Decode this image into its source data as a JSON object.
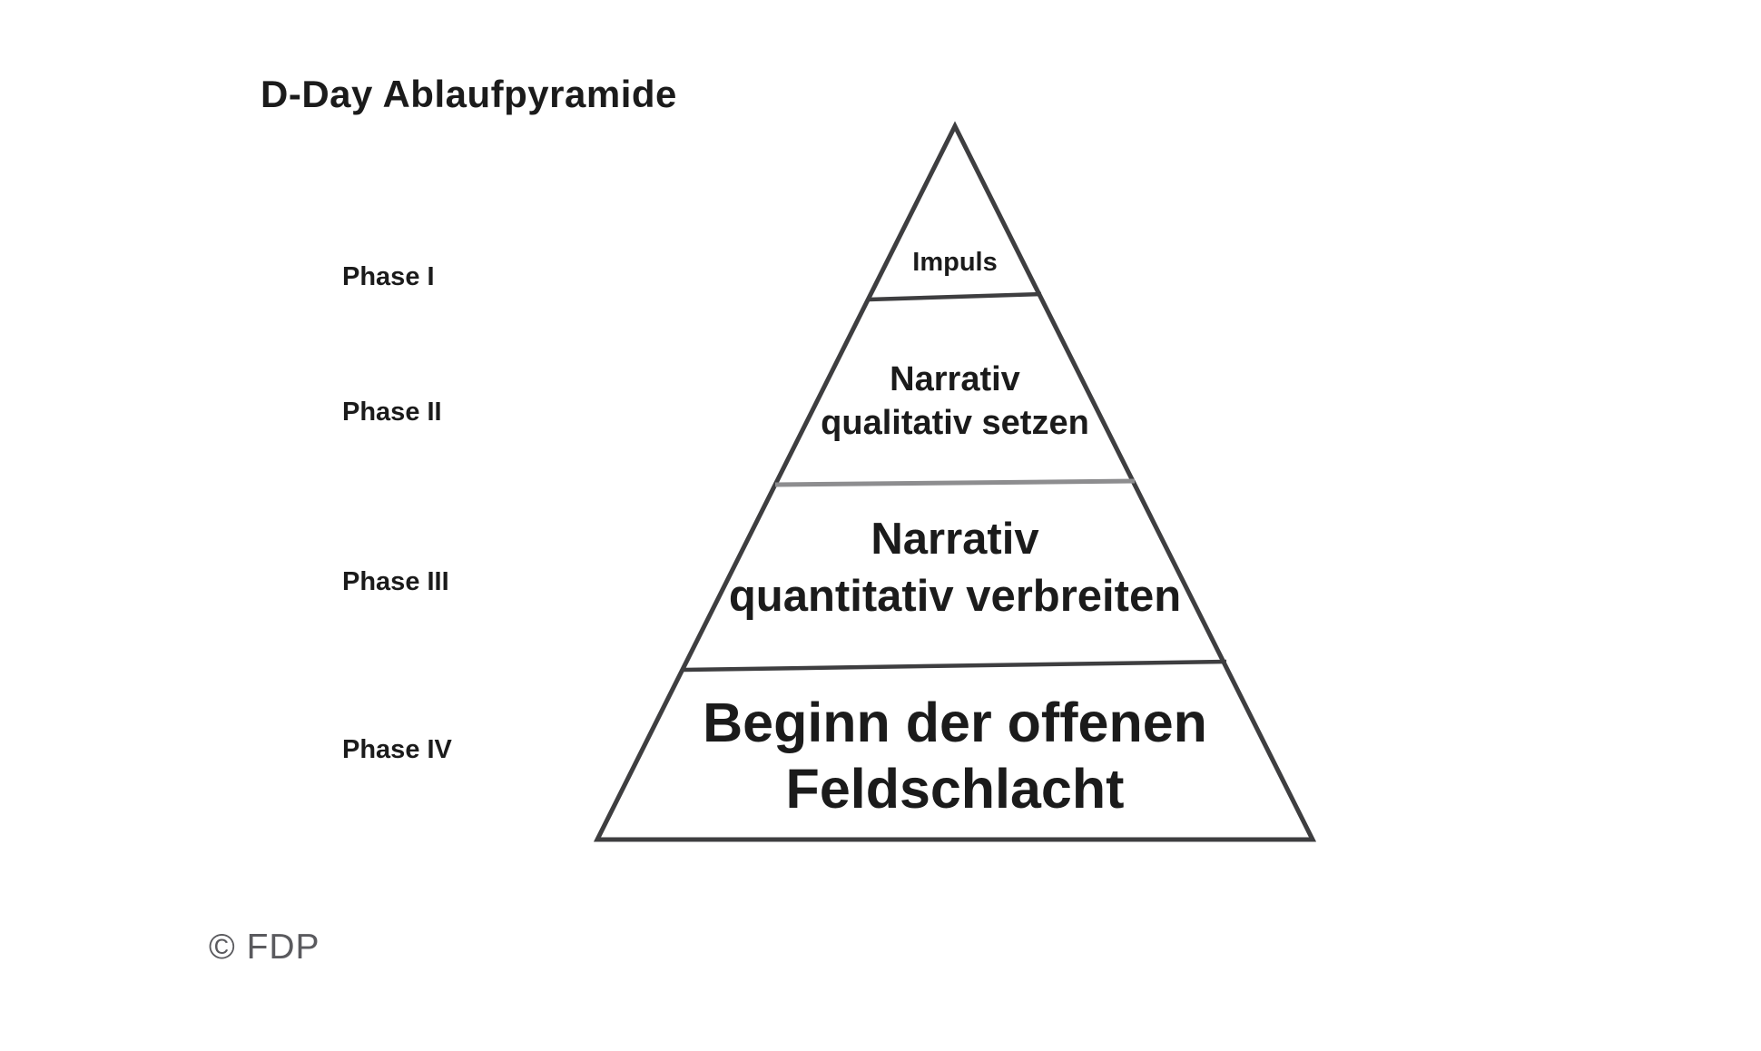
{
  "title": "D-Day Ablaufpyramide",
  "copyright": "© FDP",
  "colors": {
    "outline": "#3e3e40",
    "divider_soft": "#8d8d8f",
    "text": "#1b1b1b",
    "copyright_text": "#5a5a5e"
  },
  "pyramid": {
    "type": "pyramid",
    "levels": [
      {
        "phase_label": "Phase I",
        "lines": [
          "Impuls",
          ""
        ]
      },
      {
        "phase_label": "Phase II",
        "lines": [
          "Narrativ",
          "qualitativ setzen"
        ]
      },
      {
        "phase_label": "Phase III",
        "lines": [
          "Narrativ",
          "quantitativ verbreiten"
        ]
      },
      {
        "phase_label": "Phase IV",
        "lines": [
          "Beginn der offenen",
          "Feldschlacht"
        ]
      }
    ]
  }
}
